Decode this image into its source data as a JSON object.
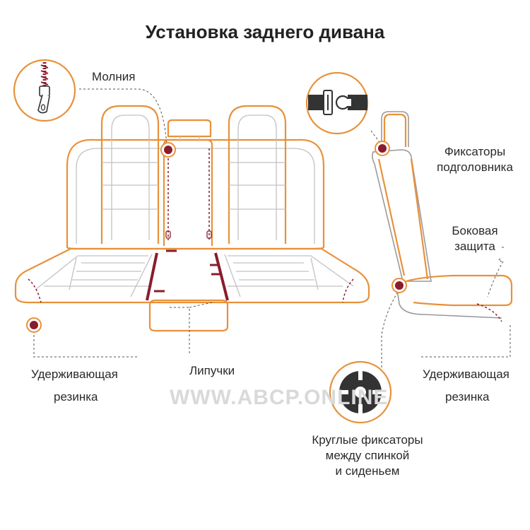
{
  "title": "Установка заднего дивана",
  "labels": {
    "zipper": "Молния",
    "headrest_clips_1": "Фиксаторы",
    "headrest_clips_2": "подголовника",
    "side_protection_1": "Боковая",
    "side_protection_2": "защита",
    "elastic_left_1": "Удерживающая",
    "elastic_left_2": "резинка",
    "velcro": "Липучки",
    "elastic_right_1": "Удерживающая",
    "elastic_right_2": "резинка",
    "round_clips_1": "Круглые фиксаторы",
    "round_clips_2": "между спинкой",
    "round_clips_3": "и сиденьем"
  },
  "watermark": "WWW.ABCP.ONLINE",
  "colors": {
    "orange": "#e8913a",
    "maroon": "#8a1c2b",
    "gray": "#b8b8b8",
    "dark": "#333333"
  },
  "icons": [
    "zipper-icon",
    "buckle-icon",
    "round-clip-icon"
  ]
}
